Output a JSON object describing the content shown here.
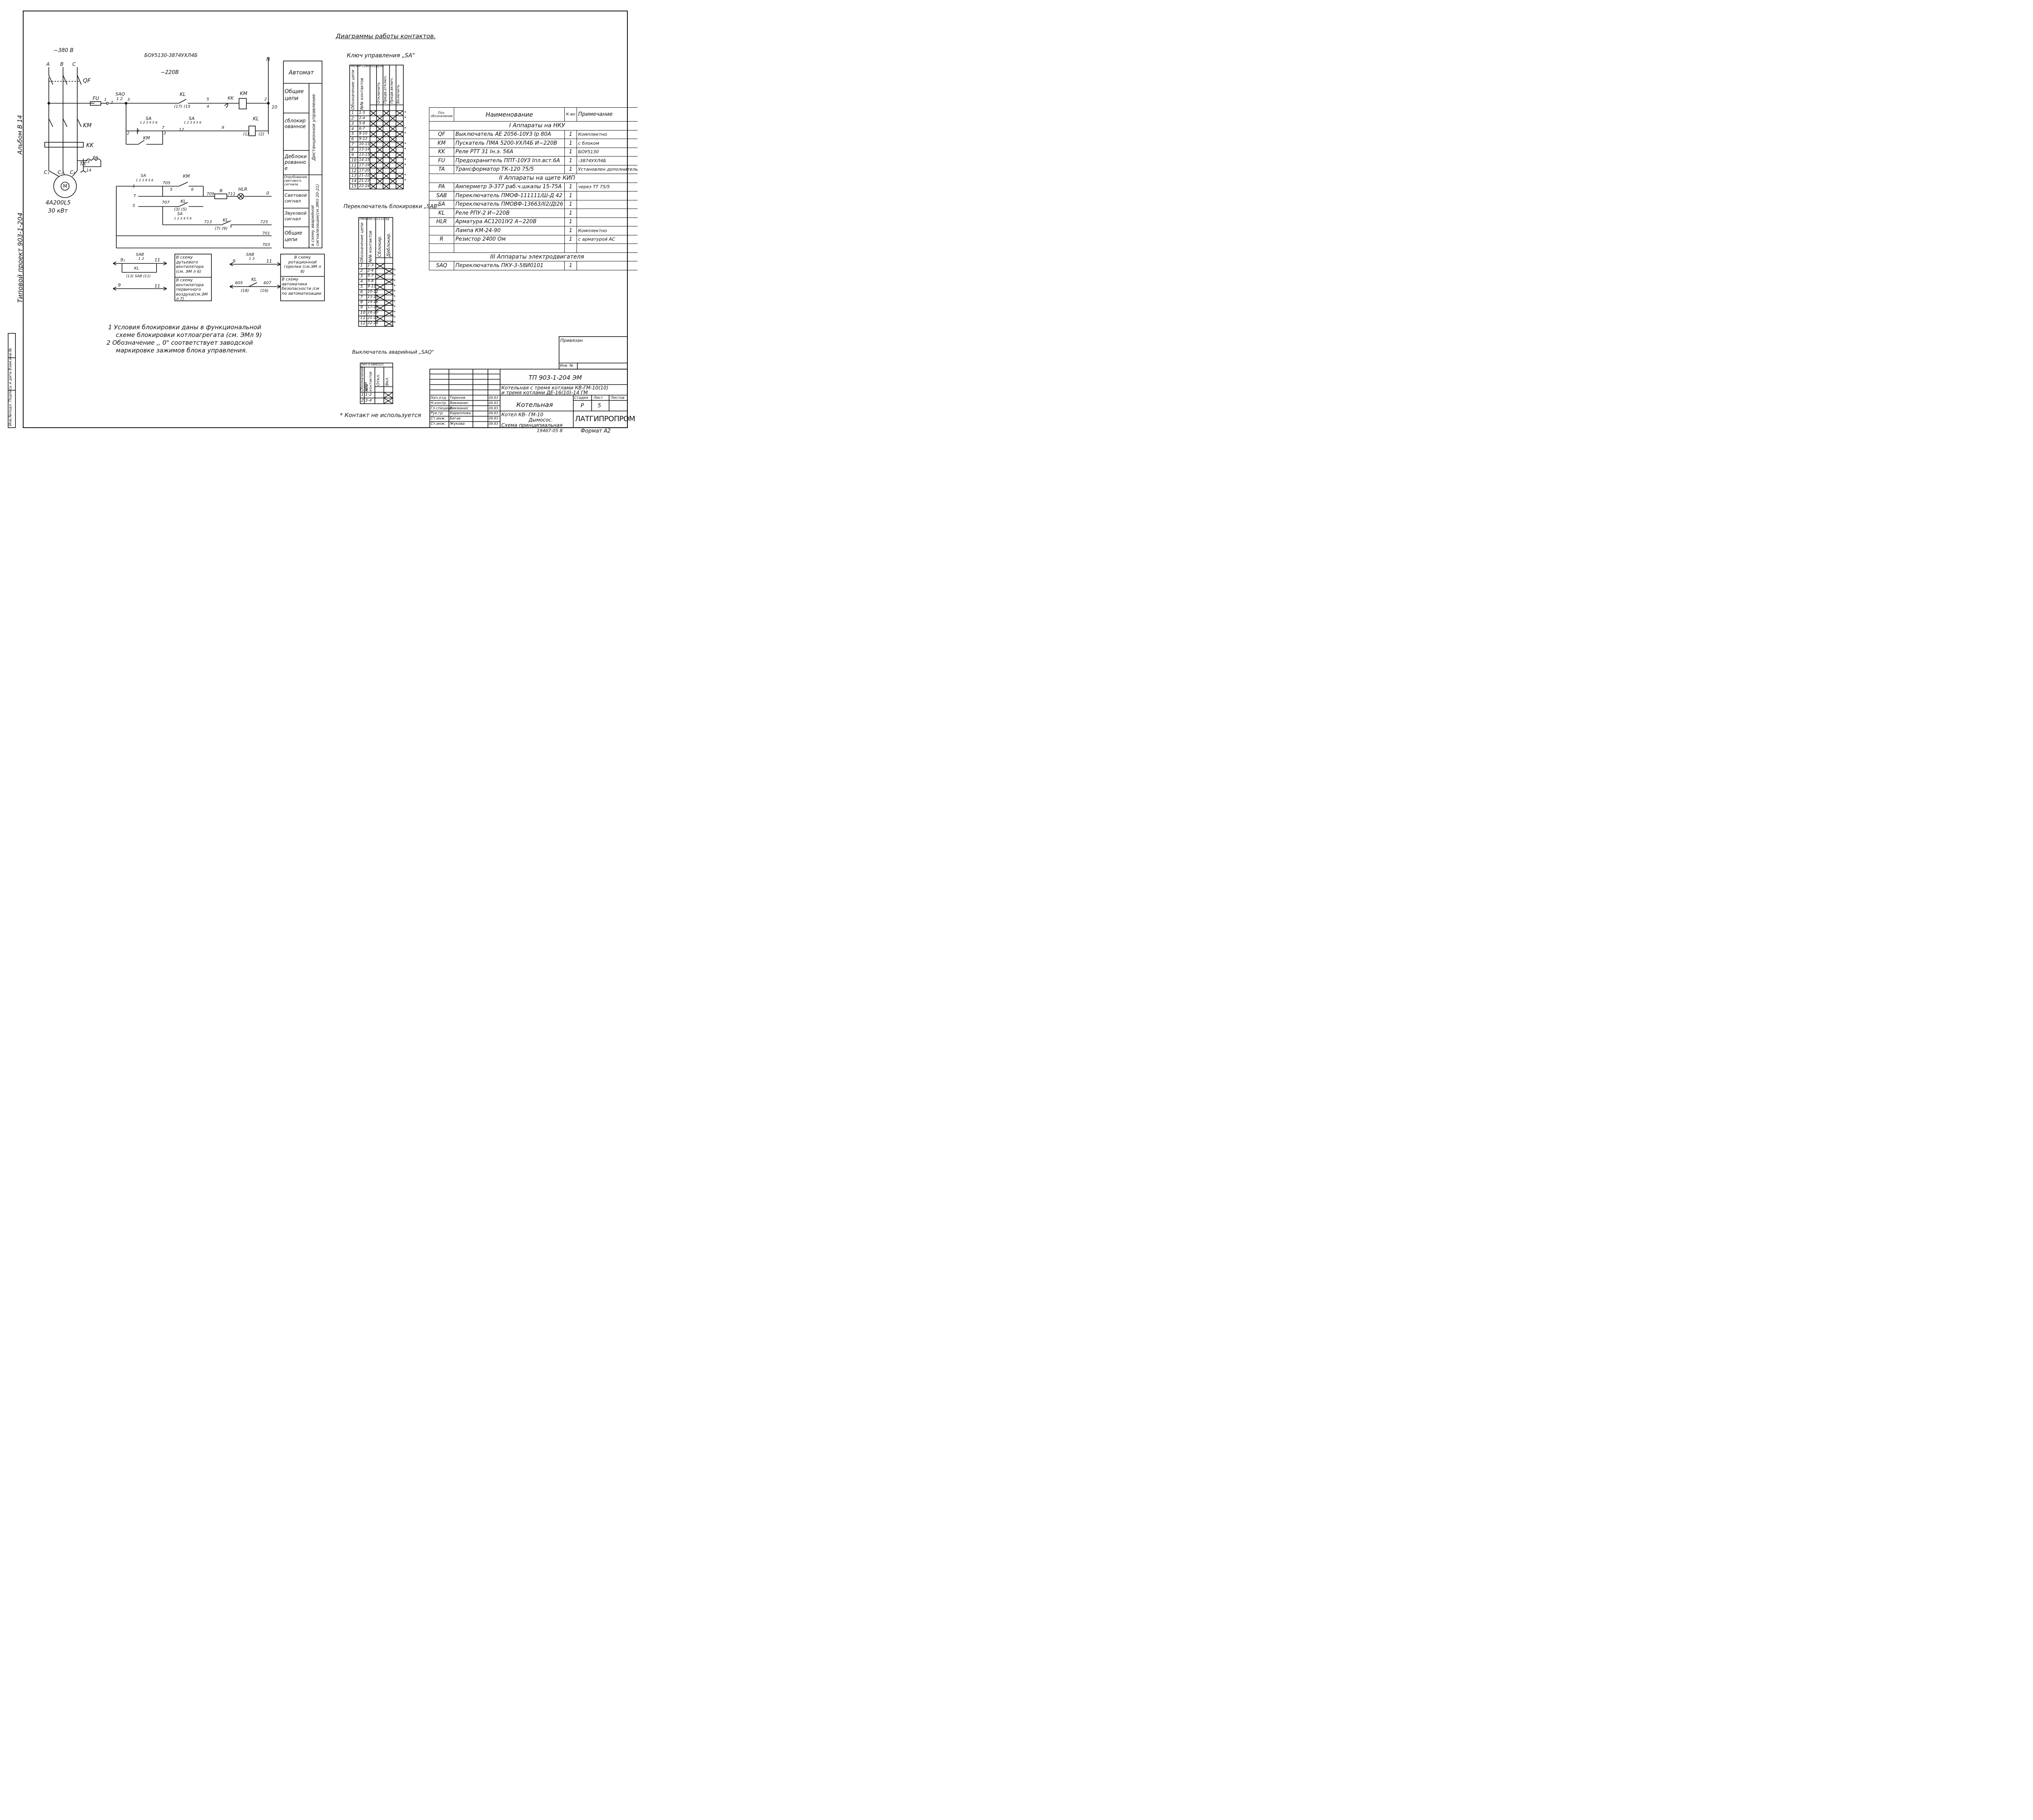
{
  "sheet": {
    "album_label": "Альбом В 14",
    "project_label": "Типовой  проект  903-1-204",
    "stamp_labels": "Инв.№подл. Подпись и дата Взам.инв.№"
  },
  "power": {
    "voltage": "~380 В",
    "phase_a": "A",
    "phase_b": "B",
    "phase_c": "C",
    "qf": "QF",
    "km": "KM",
    "kk": "KK",
    "ta": "TA",
    "pa": "PA",
    "ta_pin13": "13",
    "ta_pin14": "14",
    "c1": "C₁",
    "c2": "C₂",
    "c3": "C₃",
    "motor_symbol": "M",
    "motor_type": "4A200L5",
    "motor_power": "30 кВт"
  },
  "control": {
    "block": "БОУ5130-3874УХЛ4Б",
    "voltage": "~220В",
    "n": "N",
    "fu": "FU",
    "saq": "SAQ",
    "saq_pins": "1 2",
    "w1": "1",
    "w2": "2",
    "w3": "3",
    "w5": "5",
    "w4": "4",
    "w9": "9",
    "w7": "7",
    "w2b": "2",
    "w10": "10",
    "w12": "12",
    "w3b": "3",
    "kl1": "KL",
    "kl1_pins": "(17)   (15",
    "kk": "KK",
    "km": "KM",
    "sa1": "SA",
    "sa1_pins": "1 2 3 4 5 6",
    "sa2": "SA",
    "sa2_pins": "1 2 3 4 5 6",
    "km2": "KM",
    "kl_coil": "KL",
    "kl_coil_l": "(1)",
    "kl_coil_r": "(2)"
  },
  "signal": {
    "sa": "SA",
    "sa_pins": "1 2 3 4 5 6",
    "w1": "1",
    "w7": "7",
    "w5": "5",
    "n705": "705",
    "km": "KM",
    "n5": "5",
    "n6": "6",
    "n709": "709",
    "r": "R",
    "n711": "711",
    "hlr": "HLR",
    "n0": "0",
    "n707": "707",
    "kl": "KL",
    "kl_pins": "(3)   (5)",
    "sa2": "SA",
    "sa2_pins": "1 2 3 4 5 6",
    "n713": "713",
    "kl2": "KL",
    "kl2_pins": "(7)    (9)",
    "n725": "725",
    "n701": "701",
    "n703": "703"
  },
  "purpose_column": {
    "avtomat": "Автомат",
    "common": "Общие цепи",
    "blocked": "сблокированное",
    "unblocked": "Деблокированное",
    "remote": "Дистанционное управление",
    "test": "Опробование светового сигнала",
    "light": "Световой сигнал",
    "sound": "Звуковой сигнал",
    "common2": "Общие цепи",
    "alarm": "в схему аварийной сигнализации(см.ЭМл 20-21)"
  },
  "sab_block": {
    "sab1": "SAB",
    "sab1_pins": "1 2",
    "n9a": "9₁",
    "n11a": "11",
    "kl": "KL",
    "kl_pins": "(13)  SAB  (11)",
    "n9b": "9",
    "n11b": "11",
    "note1": "В схему дутьевого вентилятора (см. ЭМ л 6)",
    "note2": "В схему вентилятора первичного воздуха(см.ЭМ л 7)",
    "sab2": "SAB",
    "sab2_pins": "1 2",
    "n9c": "9",
    "n11c": "11",
    "kl2": "KL",
    "n605": "605",
    "n607": "607",
    "n18": "(18)",
    "n16": "(16)",
    "note3": "В схему ротационной горелки (см.ЭМ л 8)",
    "note4": "В схему автоматики безопасности /см по автоматизации"
  },
  "notes": {
    "n1a": "1  Условия  блокировки  даны  в  функциональной",
    "n1b": "схеме  блокировки  котлоагрегата  (см. ЭМл 9)",
    "n2a": "2  Обозначение  ,, 0\"  соответствует  заводской",
    "n2b": "маркировке  зажимов  блока  управления."
  },
  "diagrams": {
    "title": "Диаграммы работы контактов.",
    "sa_title": "Ключ  управления „SA\"",
    "sa_model": "ПМОВФ-13663/II2/ДI26",
    "sa_rows": [
      "1-3",
      "2-4",
      "5-8",
      "6-7",
      "9-10",
      "9-12",
      "10-11",
      "13-14",
      "13-15",
      "14-15",
      "17-19",
      "17-20",
      "21-22",
      "21-23",
      "22-24"
    ],
    "sa_cols": [
      "Отключить",
      "Предв.отключ.",
      "Предв.включ.",
      "Включить"
    ],
    "sab_title": "Переключатель блокировки „SAB\"",
    "sab_model": "ПМОФ90-111111/3Д",
    "sab_rows": [
      "1-3",
      "2-4",
      "5-7",
      "5-8",
      "9-11",
      "10-12",
      "13-15",
      "14-16",
      "17-19",
      "18-20",
      "21-23",
      "22-24"
    ],
    "sab_cols": [
      "Сблокир.",
      "Деблокир."
    ],
    "saq_title": "Выключатель аварийный „SAQ\"",
    "saq_model": "ПКУ-3-58И0101",
    "saq_rows": [
      "1-2",
      "3-4"
    ],
    "saq_cols": [
      "Откл.",
      "Вкл."
    ],
    "col_designation": "Обозначение цепи",
    "col_contacts": "№№ контактов",
    "footnote": "*  Контакт  не используется"
  },
  "bom": {
    "headers": [
      "Поз. обозначение",
      "Наименование",
      "К-во",
      "Примечание"
    ],
    "rows": [
      {
        "sec": "I  Аппараты  на  НКУ"
      },
      {
        "pos": "QF",
        "name": "Выключатель АЕ 2056-10УЗ  Iр  80А",
        "qty": "1",
        "note": "Комплектно"
      },
      {
        "pos": "KM",
        "name": "Пускатель  ПМА 5200-УХЛ4Б  И~220В",
        "qty": "1",
        "note": "с блоком"
      },
      {
        "pos": "KK",
        "name": "Реле        РТТ 31      Iн.э. 56А",
        "qty": "1",
        "note": "БОУ5130"
      },
      {
        "pos": "FU",
        "name": "Предохранитель ППТ-10УЗ Iпл.вст.6А",
        "qty": "1",
        "note": "-3874УХЛ4Б"
      },
      {
        "pos": "TA",
        "name": "Трансформатор  ТК-120    75/5",
        "qty": "1",
        "note": "Установлен дополнительно"
      },
      {
        "sec": "II  Аппараты  на  щите  КИП"
      },
      {
        "pos": "PA",
        "name": "Амперметр  Э-377   раб.ч.шкалы 15-75А",
        "qty": "1",
        "note": "через ТТ  75/5"
      },
      {
        "pos": "SAB",
        "name": "Переключатель ПМОФ-111111/Ш-Д 42",
        "qty": "1",
        "note": ""
      },
      {
        "pos": "SA",
        "name": "Переключатель ПМОВФ-13663/II2/ДI26",
        "qty": "1",
        "note": ""
      },
      {
        "pos": "KL",
        "name": "Реле          РПУ-2     И~220В",
        "qty": "1",
        "note": ""
      },
      {
        "pos": "HLR",
        "name": "Арматура     АС1201IУ2    А~220В",
        "qty": "1",
        "note": ""
      },
      {
        "pos": "",
        "name": "Лампа        КМ-24-90",
        "qty": "1",
        "note": "Комплектно"
      },
      {
        "pos": "R",
        "name": "Резистор              2400 Ом",
        "qty": "1",
        "note": "с арматурой АС"
      },
      {
        "pos": "",
        "name": "",
        "qty": "",
        "note": ""
      },
      {
        "sec": "III  Аппараты  электродвигателя"
      },
      {
        "pos": "SAQ",
        "name": "Переключатель  ПКУ-3-58И0101",
        "qty": "1",
        "note": ""
      }
    ]
  },
  "title_block": {
    "privyazan": "Привязан",
    "inv": "Инв. №",
    "code": "ТП  903-1-204     ЭМ",
    "desc1": "Котельная с тремя котлами КВ-ГМ-10(10)",
    "desc2": "и тремя котлами ДЕ-16(10)-14 ГМ",
    "name": "Котельная",
    "sheet_desc1": "Котел  КВ- ГМ-10",
    "sheet_desc2": "Дымосос.",
    "sheet_desc3": "Схема  принципиальная",
    "stage_h": "Стадия",
    "list_h": "Лист",
    "lists_h": "Листов",
    "stage": "Р",
    "list": "5",
    "org": "ЛАТГИПРОПРОМ",
    "roles": [
      "Нач.отд.",
      "Н.контр.",
      "Гл.специал.",
      "Рук.гр.",
      "Ст.инж.",
      "Ст.инж."
    ],
    "names": [
      "Терехов",
      "Викманис",
      "Викманис",
      "Кириллова",
      "Бегак",
      "Жукова"
    ],
    "dates": [
      "09.83",
      "09.83",
      "09.83",
      "09.83",
      "09.83",
      "09.83"
    ],
    "number": "19467-05  8",
    "format": "Формат  А2"
  }
}
